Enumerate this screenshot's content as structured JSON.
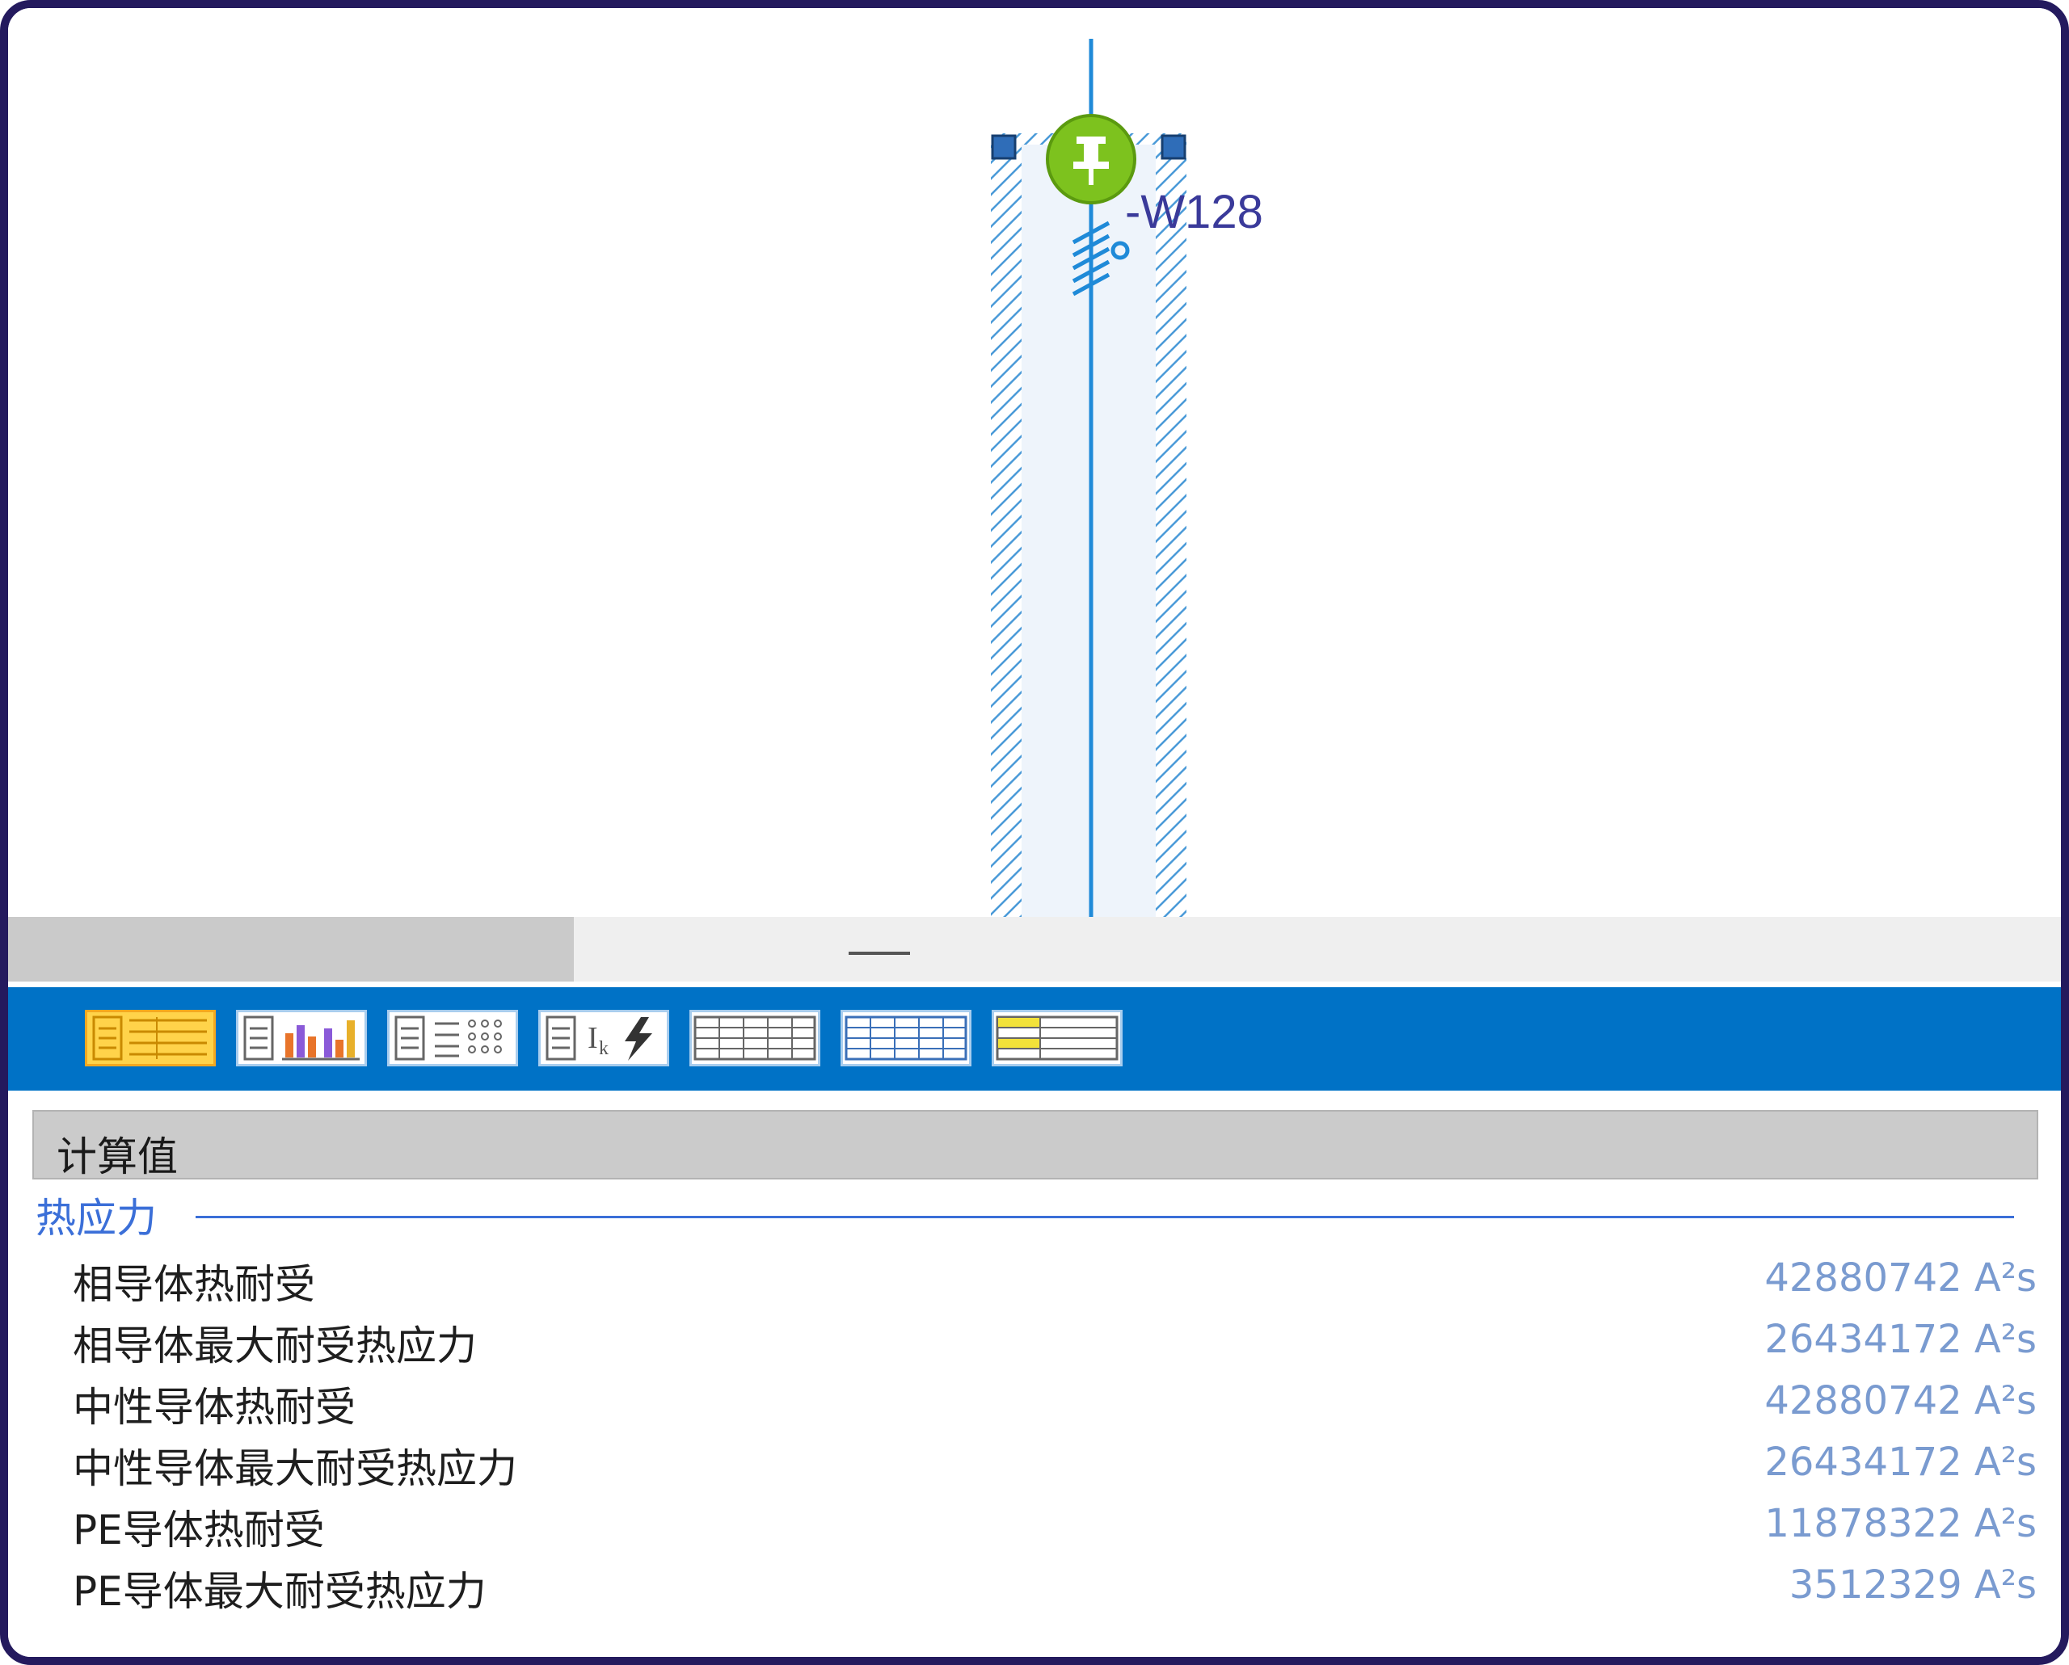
{
  "diagram": {
    "component_label": "-W128",
    "pin_icon": "pushpin-icon"
  },
  "toolbar": {
    "buttons": [
      {
        "name": "view-summary-button",
        "icon": "layout-summary-icon",
        "active": true
      },
      {
        "name": "view-chart-button",
        "icon": "bar-chart-icon",
        "active": false
      },
      {
        "name": "view-list-button",
        "icon": "list-grid-icon",
        "active": false
      },
      {
        "name": "view-short-circuit-button",
        "icon": "ik-lightning-icon",
        "active": false
      },
      {
        "name": "view-table-button",
        "icon": "table-icon",
        "active": false
      },
      {
        "name": "view-table-alt-button",
        "icon": "table-blue-icon",
        "active": false
      },
      {
        "name": "view-highlight-table-button",
        "icon": "highlight-table-icon",
        "active": false
      }
    ],
    "colors": {
      "bar": "#0072c6",
      "active": "#ffd34a"
    }
  },
  "panel": {
    "section_header": "计算值",
    "group_title": "热应力",
    "rows": [
      {
        "label": "相导体热耐受",
        "value": "42880742 A²s"
      },
      {
        "label": "相导体最大耐受热应力",
        "value": "26434172 A²s"
      },
      {
        "label": "中性导体热耐受",
        "value": "42880742 A²s"
      },
      {
        "label": "中性导体最大耐受热应力",
        "value": "26434172 A²s"
      },
      {
        "label": "PE导体热耐受",
        "value": "11878322 A²s"
      },
      {
        "label": "PE导体最大耐受热应力",
        "value": "3512329 A²s"
      }
    ]
  }
}
